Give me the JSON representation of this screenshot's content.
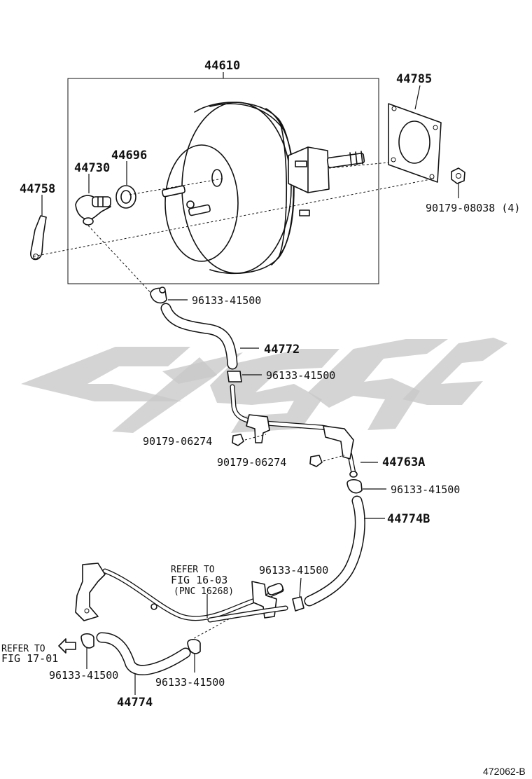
{
  "diagram": {
    "drawing_code": "472062-B",
    "labels": {
      "booster_assy": "44610",
      "gasket": "44785",
      "nut": "90179-08038 (4)",
      "check_valve": "44730",
      "grommet": "44696",
      "bracket": "44758",
      "clip_1": "96133-41500",
      "hose_upper": "44772",
      "clip_2": "96133-41500",
      "bolt_1": "90179-06274",
      "bolt_2": "90179-06274",
      "tube": "44763A",
      "clip_3": "96133-41500",
      "hose_mid": "44774B",
      "clip_4": "96133-41500",
      "clip_5": "96133-41500",
      "clip_6": "96133-41500",
      "hose_lower": "44774"
    },
    "refer_1": {
      "line1": "REFER TO",
      "line2": "FIG 16-03",
      "line3": "(PNC 16268)"
    },
    "refer_2": {
      "line1": "REFER TO",
      "line2": "FIG 17-01"
    }
  },
  "colors": {
    "ink": "#111111",
    "watermark": "#c8c8c8"
  }
}
